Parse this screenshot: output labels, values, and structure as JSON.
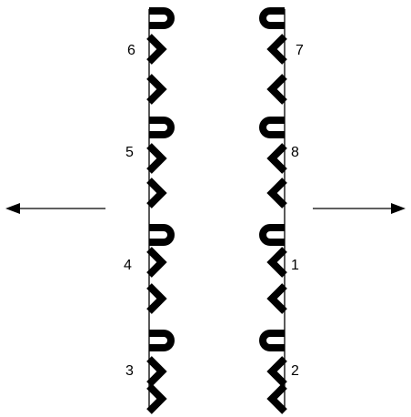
{
  "strands": {
    "left": {
      "labels": [
        "6",
        "5",
        "4",
        "3"
      ]
    },
    "right": {
      "labels": [
        "7",
        "8",
        "1",
        "2"
      ]
    }
  },
  "arrows": {
    "left": {
      "direction": "left"
    },
    "right": {
      "direction": "right"
    }
  },
  "colors": {
    "ink": "#000000",
    "background": "#ffffff"
  }
}
